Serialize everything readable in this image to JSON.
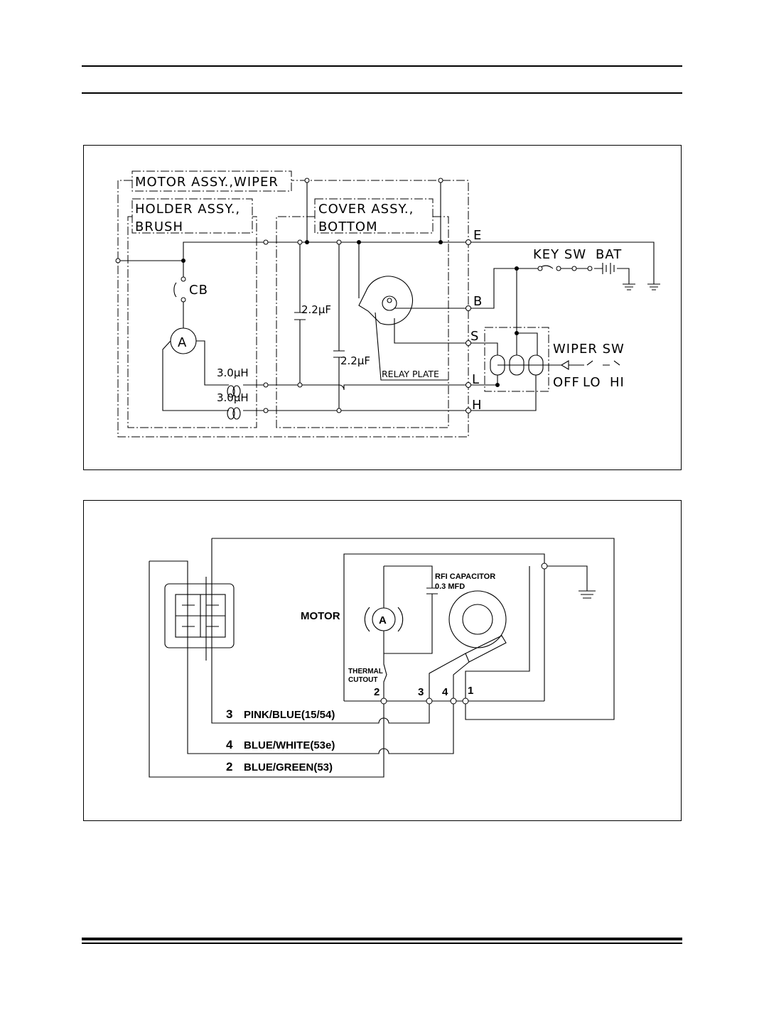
{
  "diagram1": {
    "boxes": {
      "motor_assy": "MOTOR ASSY.,WIPER",
      "holder_assy_1": "HOLDER ASSY.,",
      "holder_assy_2": "BRUSH",
      "cover_assy_1": "COVER ASSY.,",
      "cover_assy_2": "BOTTOM"
    },
    "components": {
      "circuit_breaker": "CB",
      "armature": "A",
      "cap1": "2.2μF",
      "cap2": "2.2μF",
      "inductor1": "3.0μH",
      "inductor2": "3.0μH",
      "relay_plate": "RELAY PLATE",
      "key_switch": "KEY SW",
      "battery": "BAT",
      "wiper_switch": "WIPER SW"
    },
    "terminals": {
      "e": "E",
      "b": "B",
      "s": "S",
      "l": "L",
      "h": "H"
    },
    "switch_positions": {
      "off": "OFF",
      "lo": "LO",
      "hi": "HI"
    }
  },
  "diagram2": {
    "motor_label": "MOTOR",
    "armature": "A",
    "capacitor_line1": "RFI CAPACITOR",
    "capacitor_line2": "0.3 MFD",
    "thermal_line1": "THERMAL",
    "thermal_line2": "CUTOUT",
    "pins": {
      "p2": "2",
      "p3": "3",
      "p4": "4",
      "p1": "1"
    },
    "wires": [
      {
        "num": "3",
        "label": "PINK/BLUE(15/54)"
      },
      {
        "num": "4",
        "label": "BLUE/WHITE(53e)"
      },
      {
        "num": "2",
        "label": "BLUE/GREEN(53)"
      }
    ]
  }
}
